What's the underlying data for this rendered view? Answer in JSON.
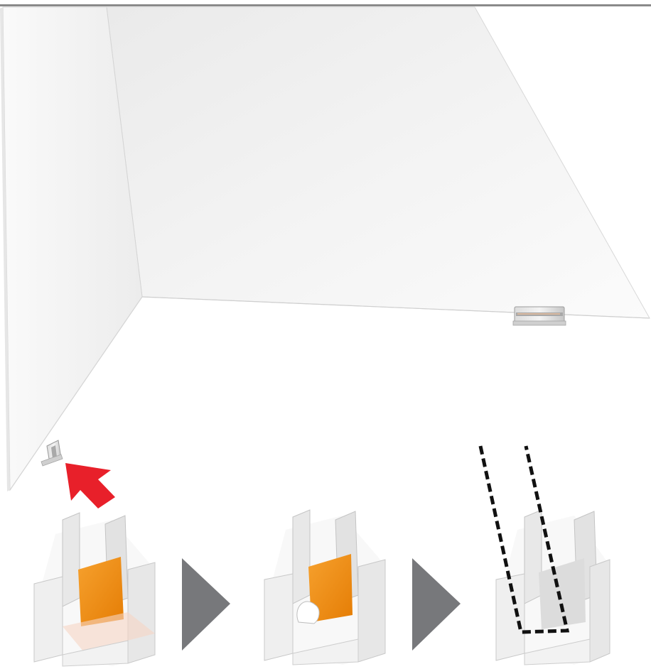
{
  "colors": {
    "top_rule": "#8a8a8a",
    "wall_back": "#f1f1f1",
    "wall_left": "#f6f6f6",
    "floor": "#ffffff",
    "clip_metal": "#b9b9b9",
    "adhesive_orange": "#f28c0f",
    "arrow_red": "#e8202a",
    "step_arrow_gray": "#77787b",
    "dashed_outline": "#111111"
  },
  "icons": {
    "pointer_arrow": "red-arrow-icon",
    "step_arrow": "triangle-right-icon",
    "glass_outline": "dashed-outline-icon"
  },
  "steps": [
    {
      "name": "adhesive-tape-on"
    },
    {
      "name": "peel-liner"
    },
    {
      "name": "insert-glass"
    }
  ]
}
